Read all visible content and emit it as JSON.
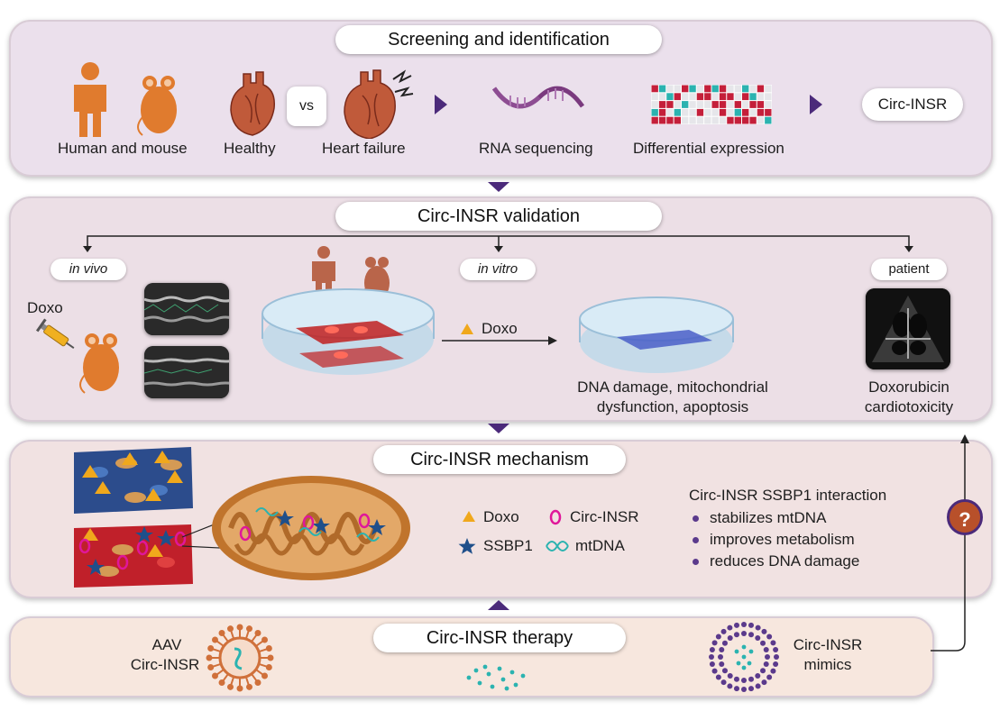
{
  "screening": {
    "title": "Screening and identification",
    "human_mouse": "Human and mouse",
    "healthy": "Healthy",
    "vs": "vs",
    "heart_failure": "Heart failure",
    "rna_seq": "RNA sequencing",
    "diff_expr": "Differential expression",
    "result": "Circ-INSR"
  },
  "validation": {
    "title": "Circ-INSR validation",
    "in_vivo": "in vivo",
    "in_vitro": "in vitro",
    "patient": "patient",
    "doxo": "Doxo",
    "doxo_arrow": "Doxo",
    "outcome_line1": "DNA damage, mitochondrial",
    "outcome_line2": "dysfunction, apoptosis",
    "patient_line1": "Doxorubicin",
    "patient_line2": "cardiotoxicity"
  },
  "mechanism": {
    "title": "Circ-INSR mechanism",
    "legend": {
      "doxo": "Doxo",
      "circ": "Circ-INSR",
      "ssbp1": "SSBP1",
      "mtdna": "mtDNA"
    },
    "interaction_title": "Circ-INSR SSBP1 interaction",
    "effects": [
      "stabilizes mtDNA",
      "improves metabolism",
      "reduces DNA damage"
    ]
  },
  "therapy": {
    "title": "Circ-INSR therapy",
    "aav_line1": "AAV",
    "aav_line2": "Circ-INSR",
    "mimics_line1": "Circ-INSR",
    "mimics_line2": "mimics"
  },
  "question_mark": "?",
  "colors": {
    "panel_screening": "#ebe0ec",
    "panel_validation": "#ecdfe6",
    "panel_mechanism": "#f1e2e2",
    "panel_therapy": "#f7e7de",
    "arrow": "#4b2a7a",
    "orange": "#e07b2e",
    "heart": "#b5402e",
    "doxo_triangle": "#f0a81c",
    "ssbp1_star": "#1f4f8a",
    "circ_ring": "#e0179a",
    "mtdna": "#2bb3b0"
  }
}
